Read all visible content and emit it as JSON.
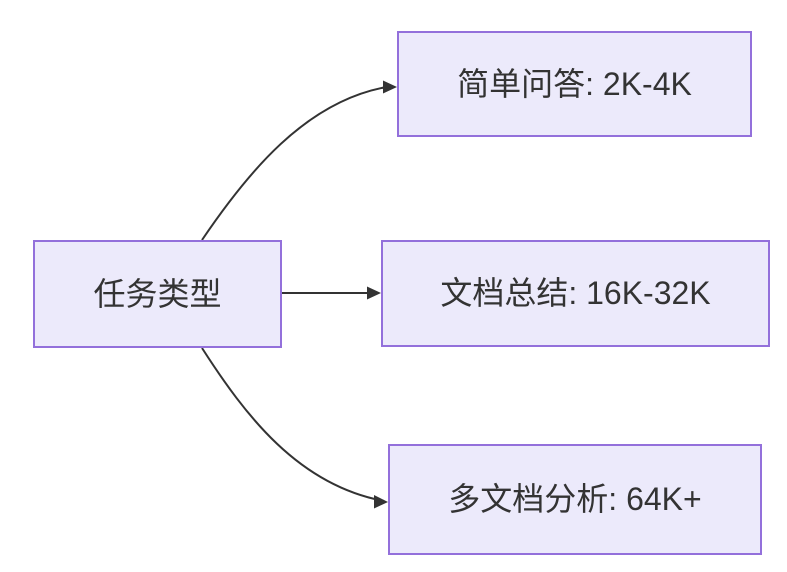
{
  "diagram": {
    "type": "flowchart",
    "direction": "left-to-right",
    "root": {
      "label": "任务类型"
    },
    "children": [
      {
        "label": "简单问答: 2K-4K"
      },
      {
        "label": "文档总结: 16K-32K"
      },
      {
        "label": "多文档分析: 64K+"
      }
    ],
    "edges": [
      {
        "from": "任务类型",
        "to": "简单问答: 2K-4K"
      },
      {
        "from": "任务类型",
        "to": "文档总结: 16K-32K"
      },
      {
        "from": "任务类型",
        "to": "多文档分析: 64K+"
      }
    ],
    "colors": {
      "node_fill": "#ECEAFB",
      "node_border": "#9370DB",
      "text": "#333333",
      "edge": "#333333",
      "background": "#ffffff"
    }
  }
}
